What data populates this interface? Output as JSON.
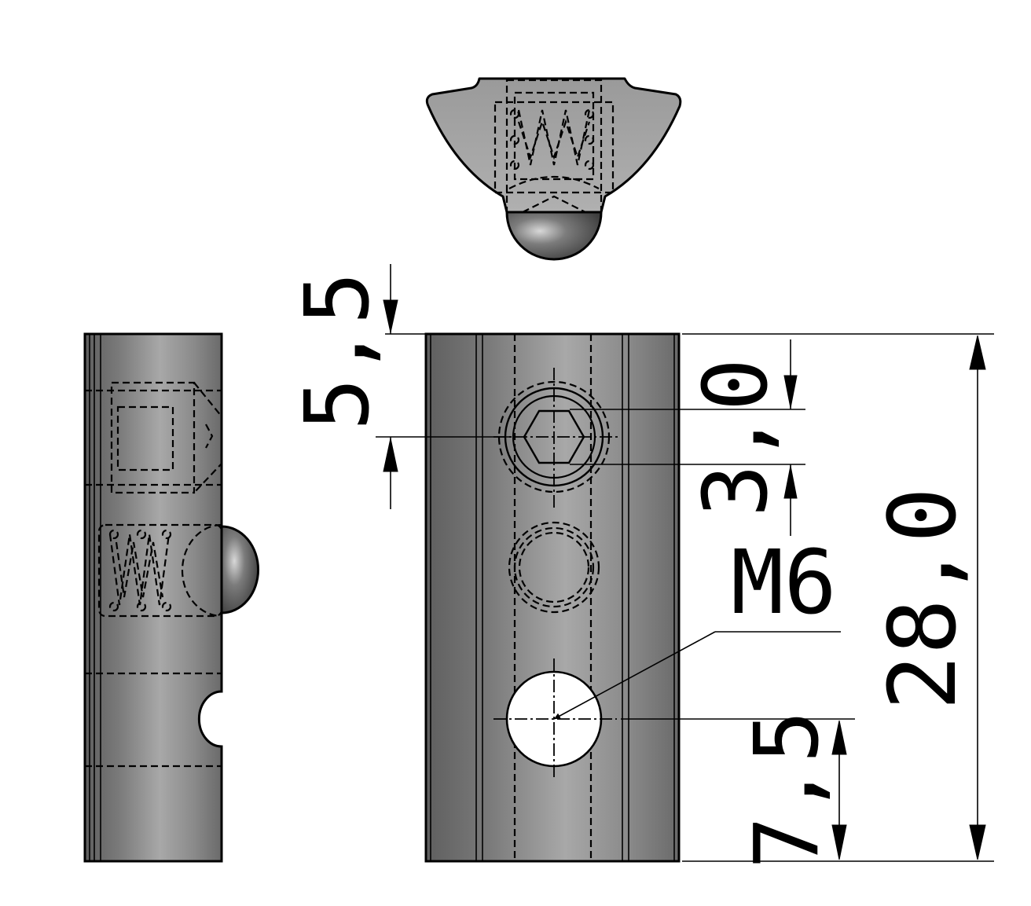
{
  "drawing": {
    "title": "",
    "views": [
      "top-view",
      "side-view",
      "front-view"
    ],
    "dimensions": {
      "offset_top": "5,5",
      "hex_height": "3,0",
      "thread": "M6",
      "total_length": "28,0",
      "offset_bottom": "7,5"
    },
    "colors": {
      "line": "#000000",
      "body_dark": "#6b6b6b",
      "body_light": "#bdbdbd",
      "hole": "#ffffff",
      "background": "#ffffff"
    }
  }
}
